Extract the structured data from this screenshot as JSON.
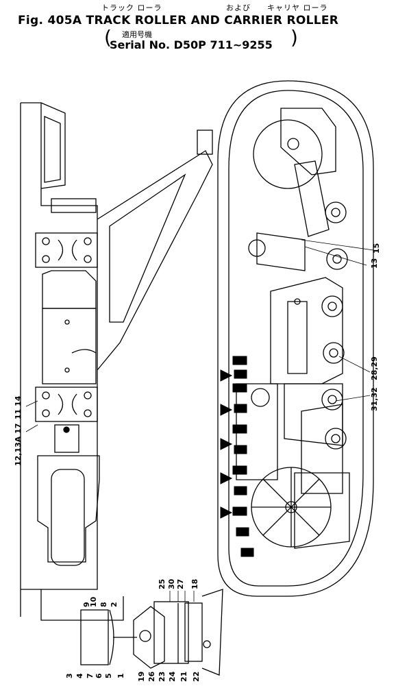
{
  "header": {
    "ja_track_roller": "トラック ローラ",
    "ja_and": "および",
    "ja_carrier_roller": "キャリヤ ローラ",
    "title": "Fig. 405A  TRACK ROLLER AND CARRIER ROLLER",
    "ja_applicable": "適用号機",
    "serial": "Serial No. D50P 711~9255"
  },
  "callouts": {
    "c15": "15",
    "c13": "13",
    "c2829": "28,29",
    "c3132": "31,32",
    "c1114": "11 14",
    "c12": "12,13A 17",
    "c25": "25",
    "c30": "30",
    "c27": "27",
    "c18": "18",
    "c9": "9",
    "c10": "10",
    "c8": "8",
    "c2": "2",
    "c3": "3",
    "c4": "4",
    "c7": "7",
    "c6": "6",
    "c5": "5",
    "c1": "1",
    "c19": "19",
    "c26": "26",
    "c23": "23",
    "c24": "24",
    "c21": "21",
    "c22": "22"
  }
}
